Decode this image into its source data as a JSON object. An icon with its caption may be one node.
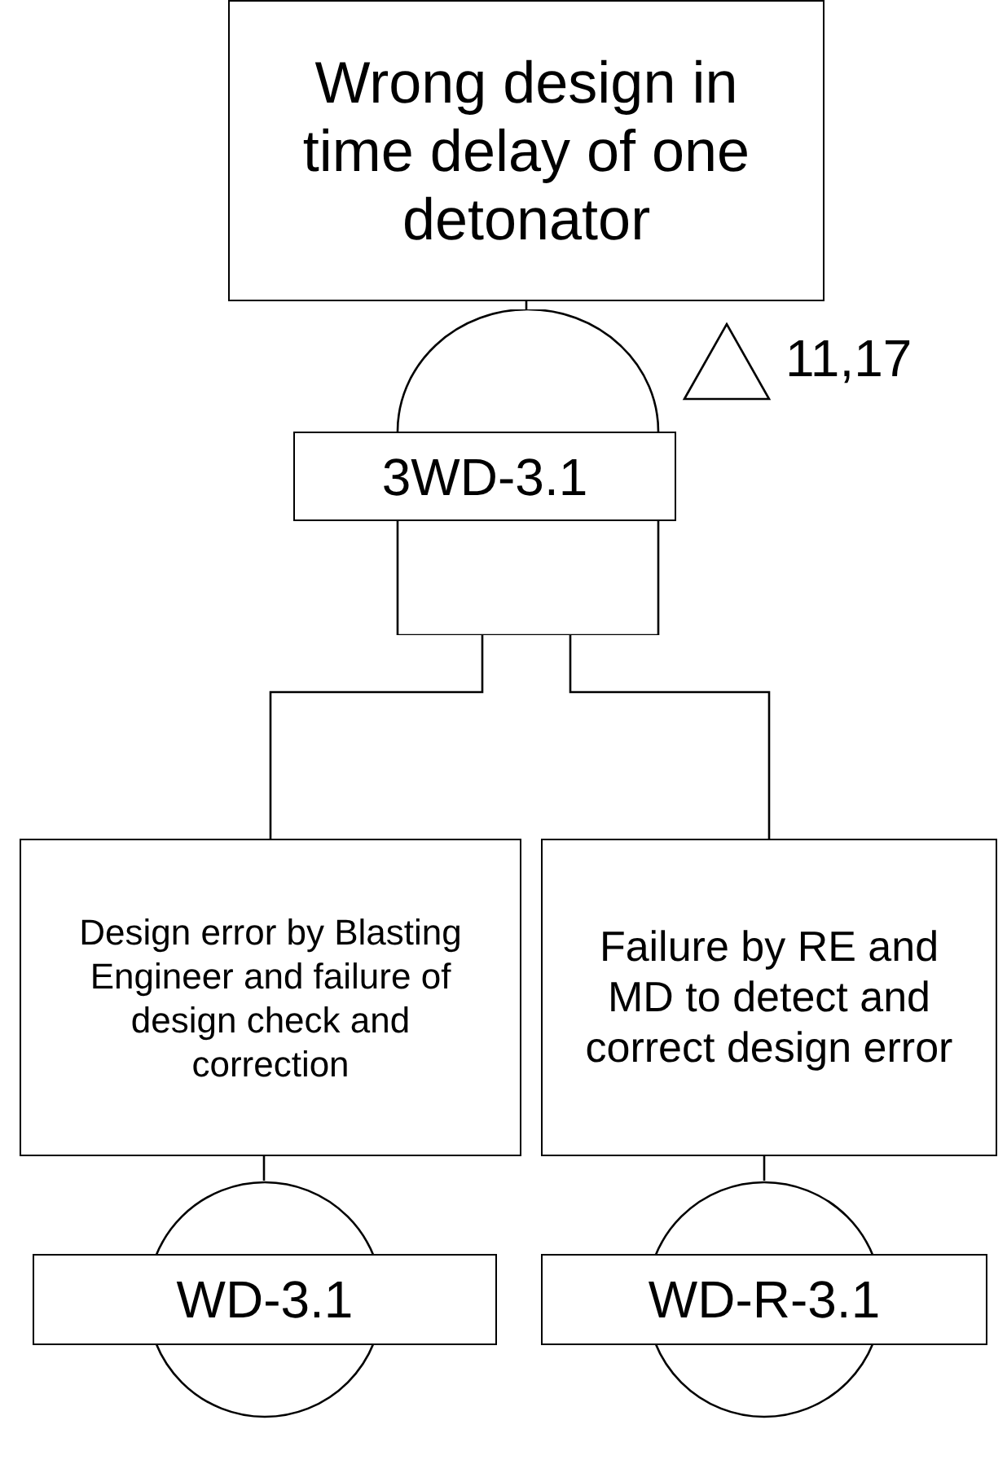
{
  "diagram": {
    "nodes": [
      {
        "text": [
          "Wrong design in time delay of one detonator"
        ]
      },
      {
        "text": [
          "3WD-3.1"
        ]
      },
      {
        "text": [],
        "shape": "triangle",
        "beside": [
          "11,17"
        ]
      },
      {
        "text": [
          "Design error by Blasting Engineer and failure of design check and correction"
        ]
      },
      {
        "text": [
          "Failure by RE and MD to detect and correct design error"
        ]
      },
      {
        "text": [
          "WD-3.1"
        ]
      },
      {
        "text": [
          "WD-R-3.1"
        ]
      }
    ],
    "edges": [
      {
        "from": 0,
        "to": 1,
        "arrow": "none"
      },
      {
        "from": 1,
        "to": 3,
        "arrow": "none"
      },
      {
        "from": 1,
        "to": 4,
        "arrow": "none"
      },
      {
        "from": 3,
        "to": 5,
        "arrow": "none"
      },
      {
        "from": 4,
        "to": 6,
        "arrow": "none"
      }
    ]
  }
}
